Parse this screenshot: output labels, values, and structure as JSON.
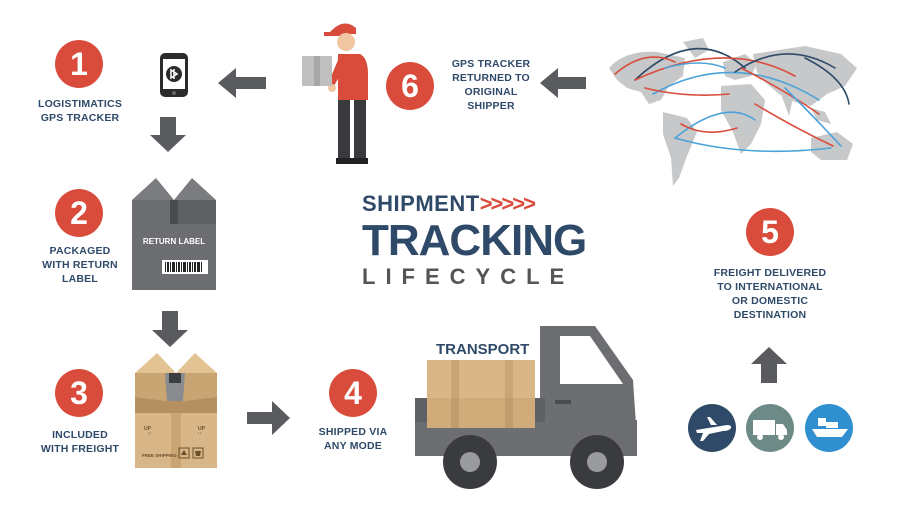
{
  "title": {
    "line1": "SHIPMENT",
    "arrows": ">>>>>",
    "line2": "TRACKING",
    "line3": "LIFECYCLE"
  },
  "steps": [
    {
      "number": "1",
      "label": "LOGISTIMATICS\nGPS TRACKER"
    },
    {
      "number": "2",
      "label": "PACKAGED\nWITH RETURN\nLABEL"
    },
    {
      "number": "3",
      "label": "INCLUDED\nWITH FREIGHT"
    },
    {
      "number": "4",
      "label": "SHIPPED VIA\nANY MODE"
    },
    {
      "number": "5",
      "label": "FREIGHT DELIVERED\nTO INTERNATIONAL\nOR DOMESTIC\nDESTINATION"
    },
    {
      "number": "6",
      "label": "GPS TRACKER\nRETURNED TO\nORIGINAL\nSHIPPER"
    }
  ],
  "box_labels": {
    "return_label": "RETURN LABEL",
    "up": "UP",
    "free_shipping": "FREE SHIPPING"
  },
  "truck_label": "TRANSPORT",
  "mode_icons": [
    "airplane-icon",
    "truck-icon",
    "ship-icon"
  ],
  "colors": {
    "accent_red": "#d94c3b",
    "navy": "#2f4a68",
    "gray": "#6d6e71",
    "cardboard": "#d8b688",
    "route_blue": "#4ba3d9",
    "route_navy": "#2f4a68"
  }
}
